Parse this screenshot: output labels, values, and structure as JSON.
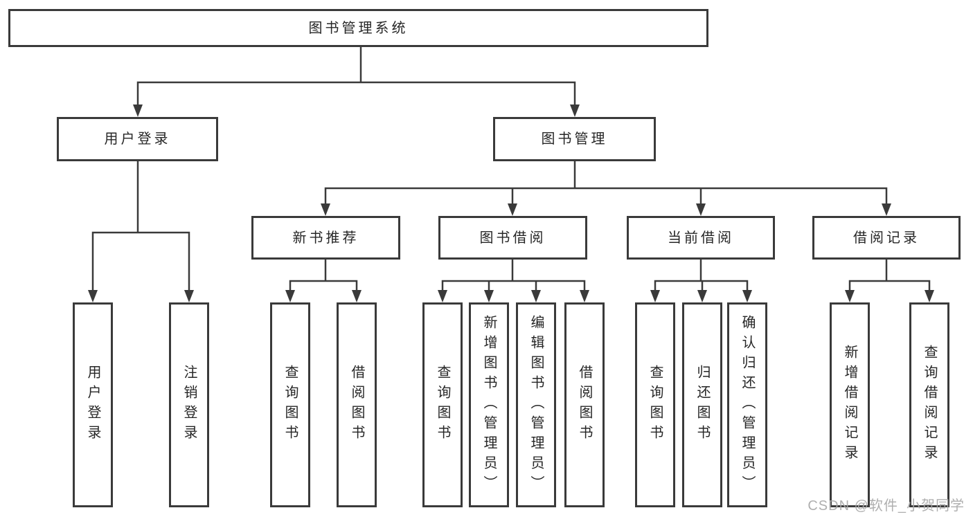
{
  "tree": {
    "root": {
      "label": "图书管理系统"
    },
    "branches": [
      {
        "label": "用户登录",
        "children": [
          {
            "label": "用户登录"
          },
          {
            "label": "注销登录"
          }
        ]
      },
      {
        "label": "图书管理",
        "children": [
          {
            "label": "新书推荐",
            "children": [
              {
                "label": "查询图书"
              },
              {
                "label": "借阅图书"
              }
            ]
          },
          {
            "label": "图书借阅",
            "children": [
              {
                "label": "查询图书"
              },
              {
                "label": "新增图书（管理员）"
              },
              {
                "label": "编辑图书（管理员）"
              },
              {
                "label": "借阅图书"
              }
            ]
          },
          {
            "label": "当前借阅",
            "children": [
              {
                "label": "查询图书"
              },
              {
                "label": "归还图书"
              },
              {
                "label": "确认归还（管理员）"
              }
            ]
          },
          {
            "label": "借阅记录",
            "children": [
              {
                "label": "新增借阅记录"
              },
              {
                "label": "查询借阅记录"
              }
            ]
          }
        ]
      }
    ]
  },
  "watermark": {
    "text": "CSDN @软件_小贺同学"
  },
  "colors": {
    "line": "#3a3a3a",
    "text": "#262626",
    "watermark": "#a8a8a8",
    "background": "#ffffff"
  }
}
